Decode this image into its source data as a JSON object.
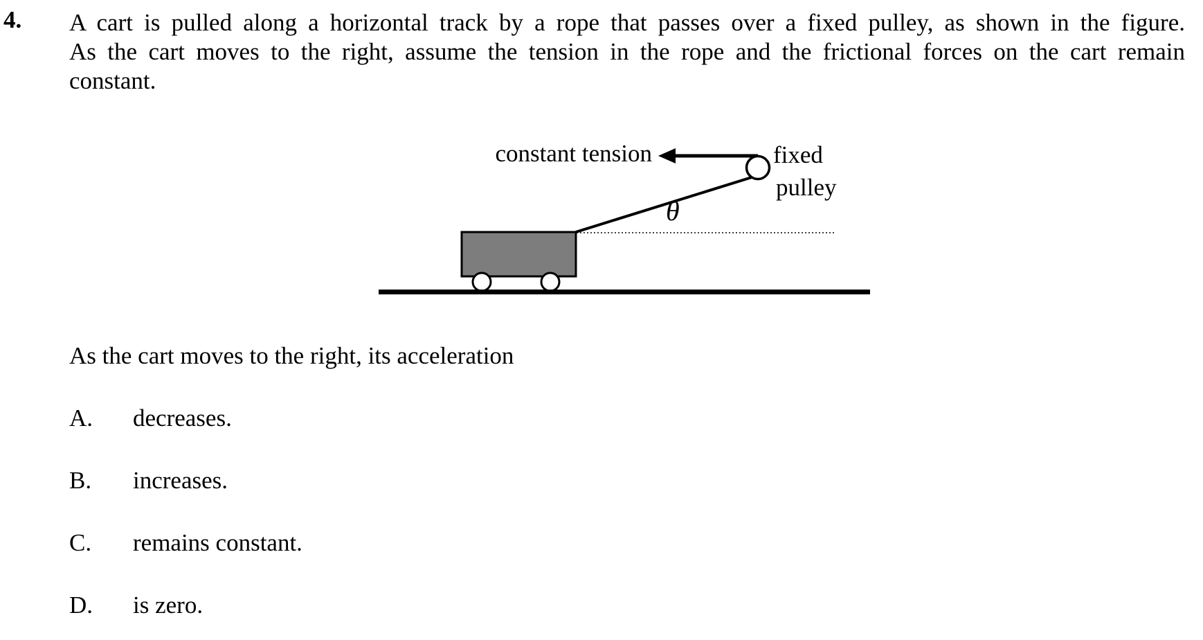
{
  "question": {
    "number": "4.",
    "paragraph_lines": [
      "A cart is pulled along a horizontal track by a rope that passes over a fixed pulley, as shown in the figure.",
      "As the cart moves to the right, assume the tension in the rope and the frictional forces on the cart remain",
      "constant."
    ],
    "stem": "As the cart moves to the right, its acceleration",
    "options": [
      {
        "letter": "A.",
        "text": "decreases."
      },
      {
        "letter": "B.",
        "text": "increases."
      },
      {
        "letter": "C.",
        "text": "remains constant."
      },
      {
        "letter": "D.",
        "text": "is zero."
      }
    ]
  },
  "figure": {
    "labels": {
      "tension": "constant tension",
      "pulley_line1": "fixed",
      "pulley_line2": "pulley",
      "angle": "θ"
    },
    "colors": {
      "cart_fill": "#7d7d7d",
      "ink": "#000000",
      "background": "#ffffff"
    }
  }
}
